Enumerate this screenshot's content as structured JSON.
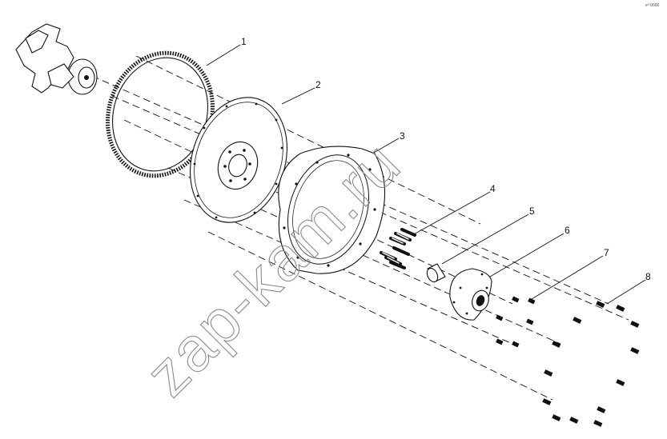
{
  "diagram": {
    "callouts": [
      {
        "id": "callout-1",
        "label": "1"
      },
      {
        "id": "callout-2",
        "label": "2"
      },
      {
        "id": "callout-3",
        "label": "3"
      },
      {
        "id": "callout-4",
        "label": "4"
      },
      {
        "id": "callout-5",
        "label": "5"
      },
      {
        "id": "callout-6",
        "label": "6"
      },
      {
        "id": "callout-7",
        "label": "7"
      },
      {
        "id": "callout-8",
        "label": "8"
      }
    ],
    "watermark": "zap-kam.ru",
    "corner_code": "e⁰ 0000"
  },
  "colors": {
    "line": "#111111",
    "watermark": "#8a8a8a",
    "background": "#ffffff"
  }
}
